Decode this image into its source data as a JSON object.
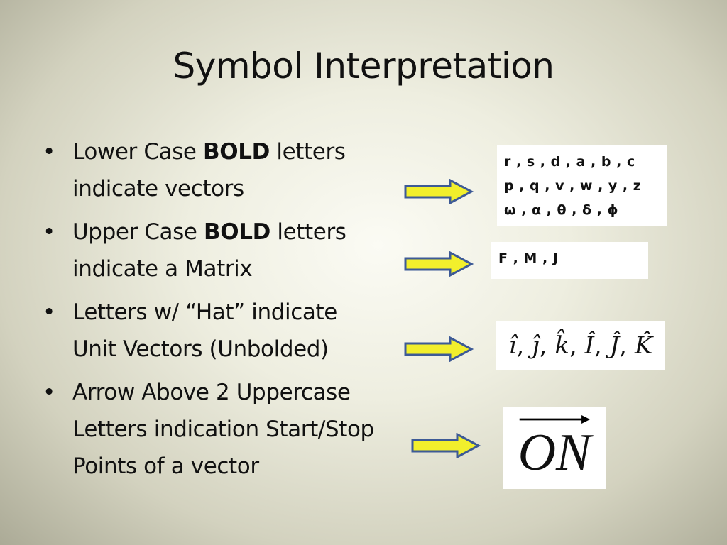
{
  "slide": {
    "title": "Symbol Interpretation"
  },
  "bullets": [
    {
      "lines": [
        [
          {
            "t": "Lower Case ",
            "b": false
          },
          {
            "t": "BOLD",
            "b": true
          },
          {
            "t": " letters",
            "b": false
          }
        ],
        [
          {
            "t": "indicate vectors",
            "b": false
          }
        ]
      ]
    },
    {
      "lines": [
        [
          {
            "t": "Upper Case ",
            "b": false
          },
          {
            "t": "BOLD",
            "b": true
          },
          {
            "t": " letters",
            "b": false
          }
        ],
        [
          {
            "t": "indicate a Matrix",
            "b": false
          }
        ]
      ]
    },
    {
      "lines": [
        [
          {
            "t": "Letters w/ “Hat” indicate",
            "b": false
          }
        ],
        [
          {
            "t": "Unit Vectors (Unbolded)",
            "b": false
          }
        ]
      ]
    },
    {
      "lines": [
        [
          {
            "t": "Arrow Above 2 Uppercase",
            "b": false
          }
        ],
        [
          {
            "t": "Letters indication Start/Stop",
            "b": false
          }
        ],
        [
          {
            "t": "Points of a vector",
            "b": false
          }
        ]
      ]
    }
  ],
  "examples": {
    "vectors": [
      "r , s , d , a , b , c",
      "p , q , v , w , y , z",
      "ω , α , θ , δ , ϕ"
    ],
    "matrices": "F , M , J",
    "unit_vectors": [
      {
        "ch": "i",
        "hat": "î"
      },
      {
        "ch": "j",
        "hat": "ĵ"
      },
      {
        "ch": "k",
        "hat": "k̂"
      },
      {
        "ch": "I",
        "hat": "Î"
      },
      {
        "ch": "J",
        "hat": "Ĵ"
      },
      {
        "ch": "K",
        "hat": "K̂"
      }
    ],
    "start_stop": "ON"
  },
  "colors": {
    "arrow_fill": "#f2ef2c",
    "arrow_stroke": "#3d5a96",
    "box_bg": "#ffffff"
  }
}
